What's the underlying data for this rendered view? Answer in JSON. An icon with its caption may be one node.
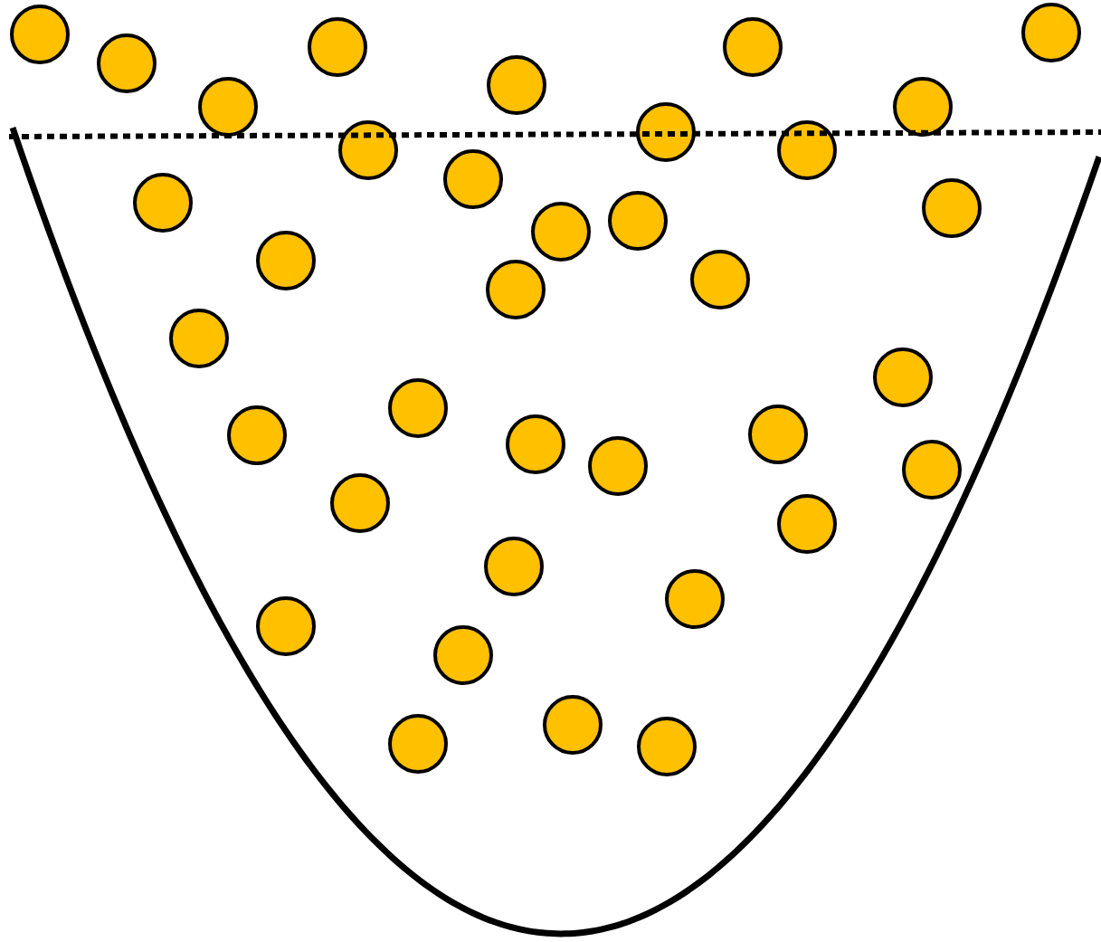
{
  "diagram": {
    "nodes": [
      {
        "text": [],
        "shape": "circle"
      },
      {
        "text": [],
        "shape": "circle"
      },
      {
        "text": [],
        "shape": "circle"
      },
      {
        "text": [],
        "shape": "circle"
      },
      {
        "text": [],
        "shape": "circle"
      },
      {
        "text": [],
        "shape": "circle"
      },
      {
        "text": [],
        "shape": "circle"
      },
      {
        "text": [],
        "shape": "circle"
      },
      {
        "text": [],
        "shape": "circle"
      },
      {
        "text": [],
        "shape": "circle"
      },
      {
        "text": [],
        "shape": "circle"
      },
      {
        "text": [],
        "shape": "circle"
      },
      {
        "text": [],
        "shape": "circle"
      },
      {
        "text": [],
        "shape": "circle"
      },
      {
        "text": [],
        "shape": "circle"
      },
      {
        "text": [],
        "shape": "circle"
      },
      {
        "text": [],
        "shape": "circle"
      },
      {
        "text": [],
        "shape": "circle"
      },
      {
        "text": [],
        "shape": "circle"
      },
      {
        "text": [],
        "shape": "circle"
      },
      {
        "text": [],
        "shape": "circle"
      },
      {
        "text": [],
        "shape": "circle"
      },
      {
        "text": [],
        "shape": "circle"
      },
      {
        "text": [],
        "shape": "circle"
      },
      {
        "text": [],
        "shape": "circle"
      },
      {
        "text": [],
        "shape": "circle"
      },
      {
        "text": [],
        "shape": "circle"
      },
      {
        "text": [],
        "shape": "circle"
      },
      {
        "text": [],
        "shape": "circle"
      },
      {
        "text": [],
        "shape": "circle"
      },
      {
        "text": [],
        "shape": "circle"
      },
      {
        "text": [],
        "shape": "circle"
      },
      {
        "text": [],
        "shape": "circle"
      },
      {
        "text": [],
        "shape": "circle"
      },
      {
        "text": [],
        "shape": "circle"
      },
      {
        "text": [],
        "shape": "circle"
      }
    ]
  }
}
